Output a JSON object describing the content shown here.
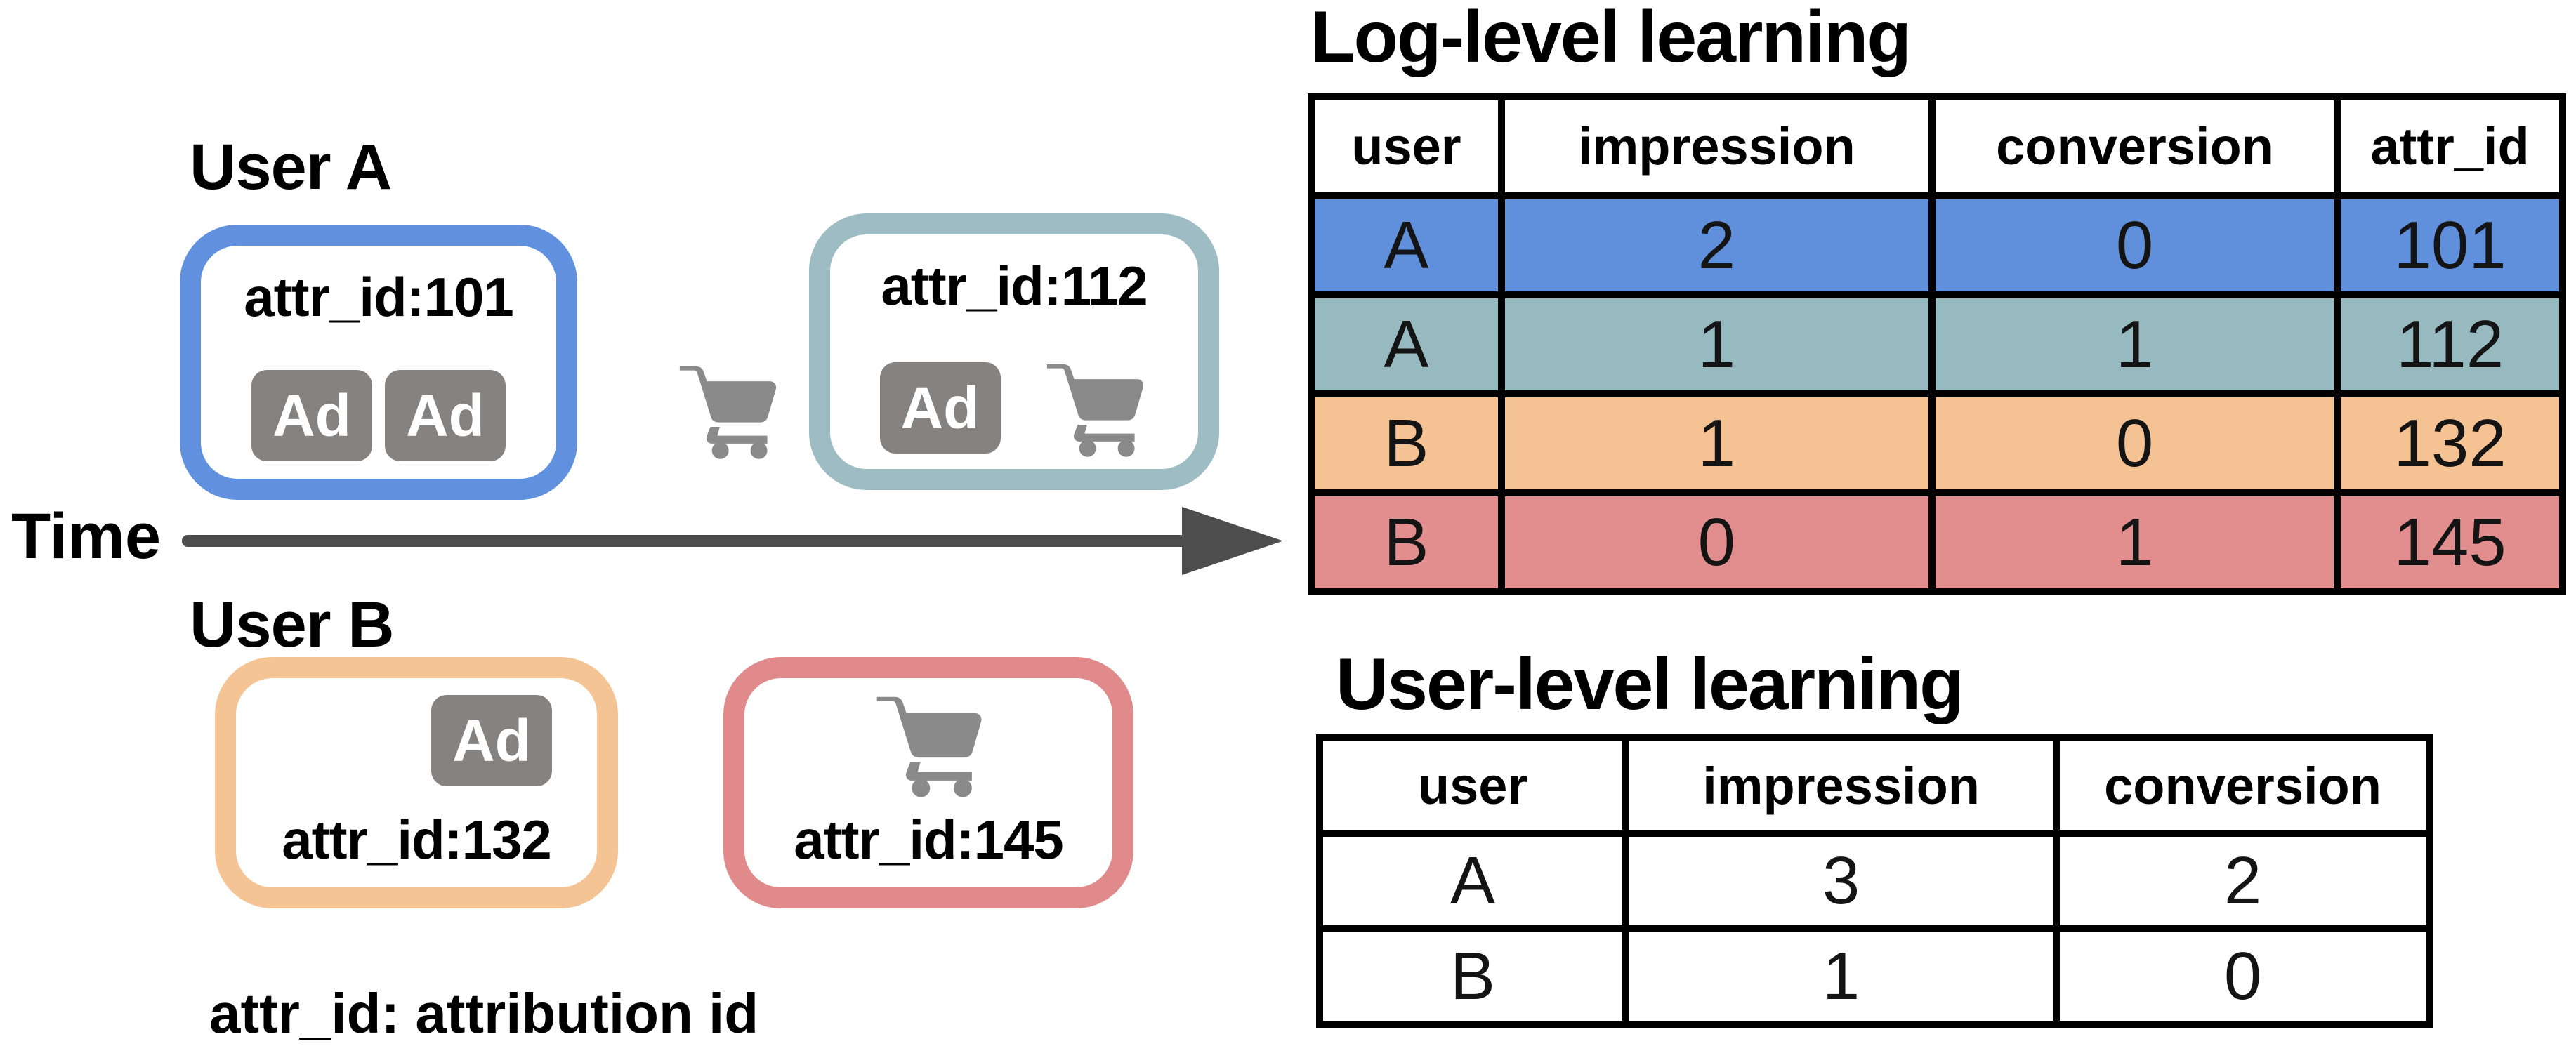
{
  "colors": {
    "arrow": "#4D4D4D",
    "icon_gray": "#8A8A8A",
    "badge_gray": "#868280"
  },
  "diagram": {
    "time_label": "Time",
    "footnote": "attr_id: attribution id",
    "ad_badge_text": "Ad",
    "user_a_label": "User A",
    "user_b_label": "User B",
    "boxes": {
      "a1": {
        "attr_label": "attr_id:101",
        "border_color": "#6090DE",
        "icons": [
          "ad-badge",
          "ad-badge"
        ]
      },
      "a2": {
        "attr_label": "attr_id:112",
        "border_color": "#9DBCC3",
        "icons": [
          "ad-badge",
          "cart-icon"
        ]
      },
      "b1": {
        "attr_label": "attr_id:132",
        "border_color": "#F5C494",
        "icons": [
          "ad-badge"
        ]
      },
      "b2": {
        "attr_label": "attr_id:145",
        "border_color": "#E18A8B",
        "icons": [
          "cart-icon"
        ]
      }
    },
    "between_boxes_icon": "cart-icon"
  },
  "log_table": {
    "title": "Log-level learning",
    "columns": [
      "user",
      "impression",
      "conversion",
      "attr_id"
    ],
    "rows": [
      {
        "user": "A",
        "impression": "2",
        "conversion": "0",
        "attr_id": "101",
        "color": "#6090DB"
      },
      {
        "user": "A",
        "impression": "1",
        "conversion": "1",
        "attr_id": "112",
        "color": "#97BAC1"
      },
      {
        "user": "B",
        "impression": "1",
        "conversion": "0",
        "attr_id": "132",
        "color": "#F5C393"
      },
      {
        "user": "B",
        "impression": "0",
        "conversion": "1",
        "attr_id": "145",
        "color": "#E28D8E"
      }
    ]
  },
  "user_table": {
    "title": "User-level learning",
    "columns": [
      "user",
      "impression",
      "conversion"
    ],
    "rows": [
      {
        "user": "A",
        "impression": "3",
        "conversion": "2"
      },
      {
        "user": "B",
        "impression": "1",
        "conversion": "0"
      }
    ]
  }
}
